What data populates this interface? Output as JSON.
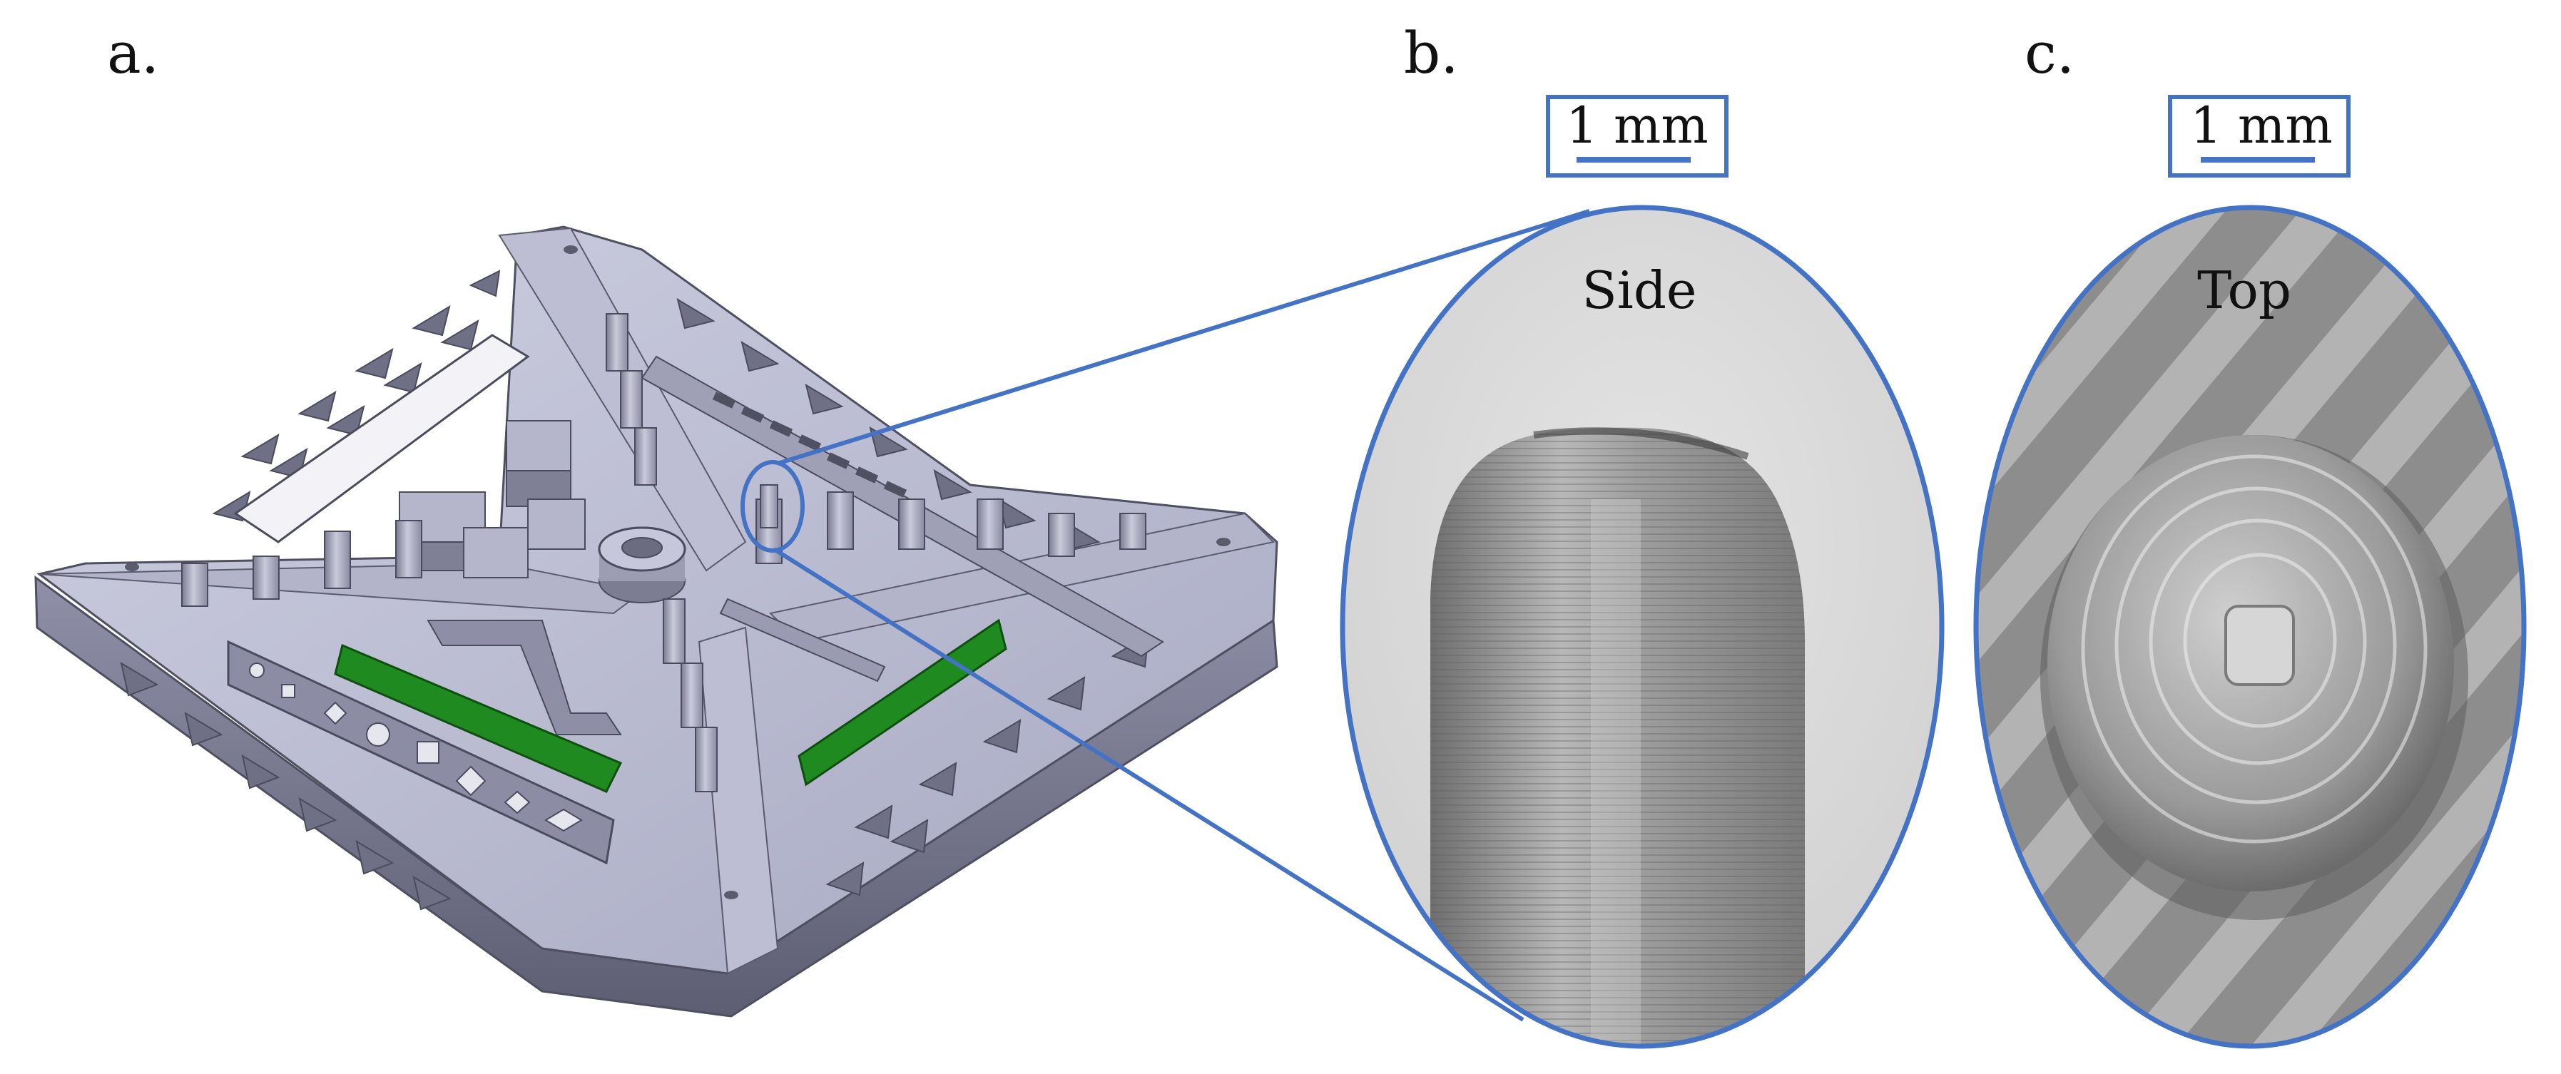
{
  "panels": [
    {
      "id": "a",
      "label": "a."
    },
    {
      "id": "b",
      "label": "b.",
      "view": "Side",
      "scale_bar": "1 mm"
    },
    {
      "id": "c",
      "label": "c.",
      "view": "Top",
      "scale_bar": "1 mm"
    }
  ],
  "colors": {
    "accent_blue": "#4472c4",
    "part_body": "#a9abc4",
    "part_top": "#c3c4d8",
    "part_shadow": "#6d6e82",
    "highlight_green": "#1f8a1f",
    "photo_light": "#d9d9d9",
    "photo_dark": "#555555"
  },
  "icons": [
    "cad-part-render",
    "magnified-pillar-side-photo",
    "magnified-pillar-top-photo"
  ]
}
